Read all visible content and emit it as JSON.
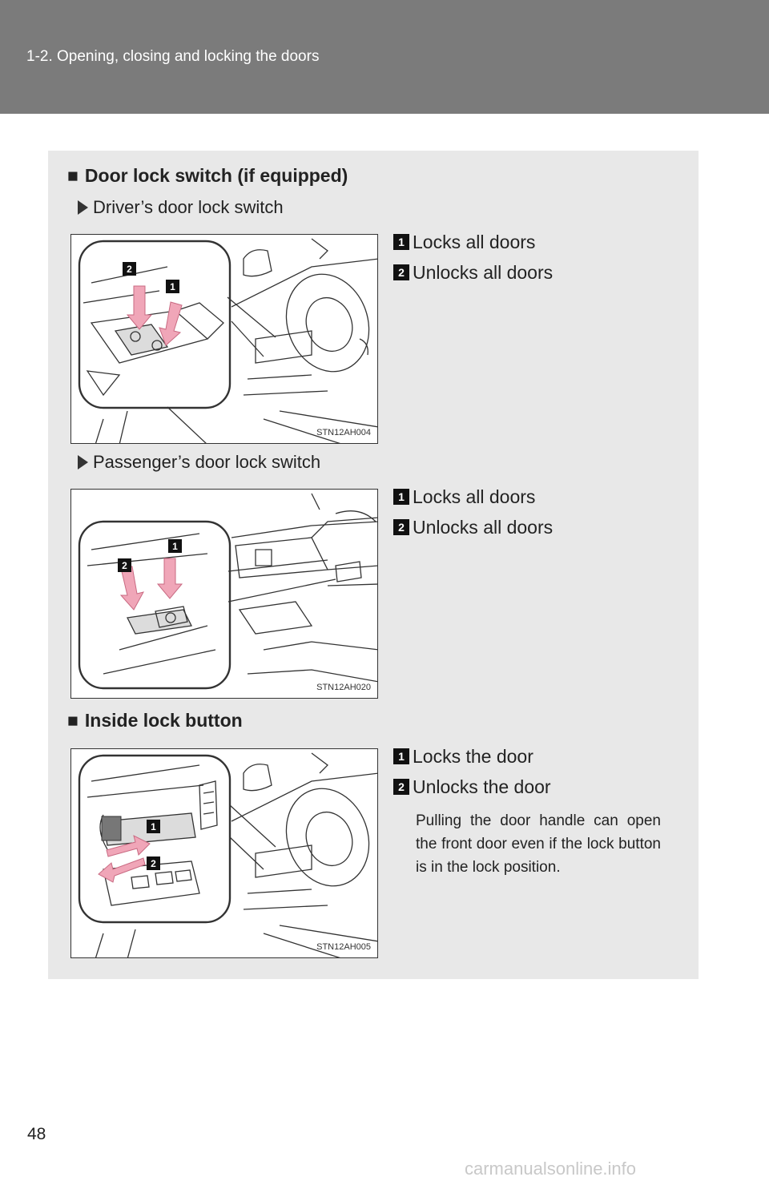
{
  "header": {
    "title": "1-2. Opening, closing and locking the doors"
  },
  "sections": {
    "door_lock": {
      "marker": "■",
      "heading": "Door lock switch (if equipped)",
      "driver": {
        "label": "Driver’s door lock switch",
        "figure_code": "STN12AH004",
        "callouts": [
          {
            "num": "1",
            "text": "Locks all doors"
          },
          {
            "num": "2",
            "text": "Unlocks all doors"
          }
        ]
      },
      "passenger": {
        "label": "Passenger’s door lock switch",
        "figure_code": "STN12AH020",
        "callouts": [
          {
            "num": "1",
            "text": "Locks all doors"
          },
          {
            "num": "2",
            "text": "Unlocks all doors"
          }
        ]
      }
    },
    "inside_lock": {
      "marker": "■",
      "heading": "Inside lock button",
      "figure_code": "STN12AH005",
      "callouts": [
        {
          "num": "1",
          "text": "Locks the door"
        },
        {
          "num": "2",
          "text": "Unlocks the door"
        }
      ],
      "note": "Pulling the door handle can open the front door even if the lock button is in the lock position."
    }
  },
  "page_number": "48",
  "watermark": "carmanualsonline.info",
  "colors": {
    "header_bg": "#7b7b7b",
    "panel_bg": "#e8e8e8",
    "arrow_pink": "#f0a6b8"
  }
}
